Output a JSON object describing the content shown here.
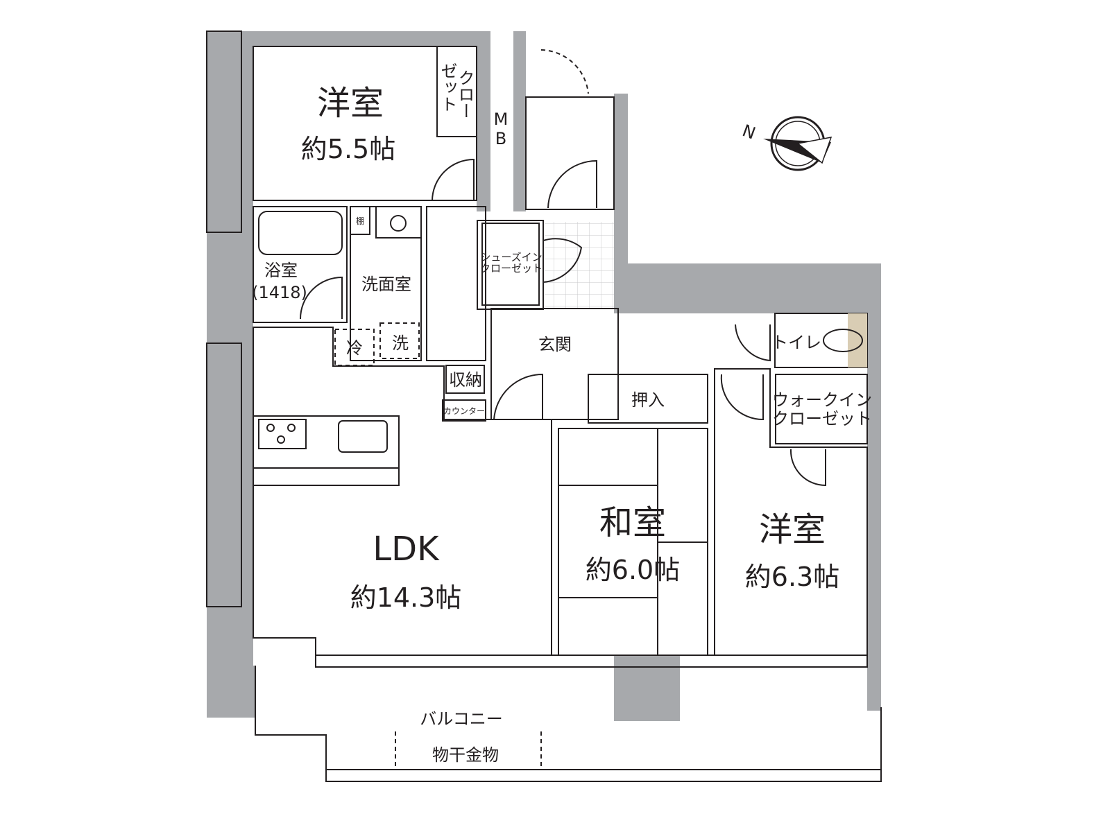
{
  "colors": {
    "wall": "#a7a9ac",
    "western_room": "#fefbea",
    "ldk": "#fdeedb",
    "wet_area": "#def0fb",
    "storage": "#d9cdb4",
    "japanese_room": "#ddecca",
    "tile": "#ffffff"
  },
  "rooms": {
    "western1": {
      "name": "洋室",
      "size": "約5.5帖"
    },
    "closet1": {
      "line1": "クロー",
      "line2": "ゼット"
    },
    "mb": {
      "line1": "M",
      "line2": "B"
    },
    "bath": {
      "name": "浴室",
      "size": "(1418)"
    },
    "shelf": "棚",
    "washroom": "洗面室",
    "fridge": "冷",
    "washer": "洗",
    "storage": "収納",
    "counter": "カウンター",
    "shoe_closet": {
      "line1": "シューズイン",
      "line2": "クローゼット"
    },
    "entrance": "玄関",
    "ldk": {
      "name": "LDK",
      "size": "約14.3帖"
    },
    "oshiire": "押入",
    "japanese": {
      "name": "和室",
      "size": "約6.0帖"
    },
    "toilet": "トイレ",
    "wic": {
      "line1": "ウォークイン",
      "line2": "クローゼット"
    },
    "western2": {
      "name": "洋室",
      "size": "約6.3帖"
    },
    "balcony": "バルコニー",
    "laundry_hanger": "物干金物"
  },
  "compass": {
    "label": "N"
  }
}
